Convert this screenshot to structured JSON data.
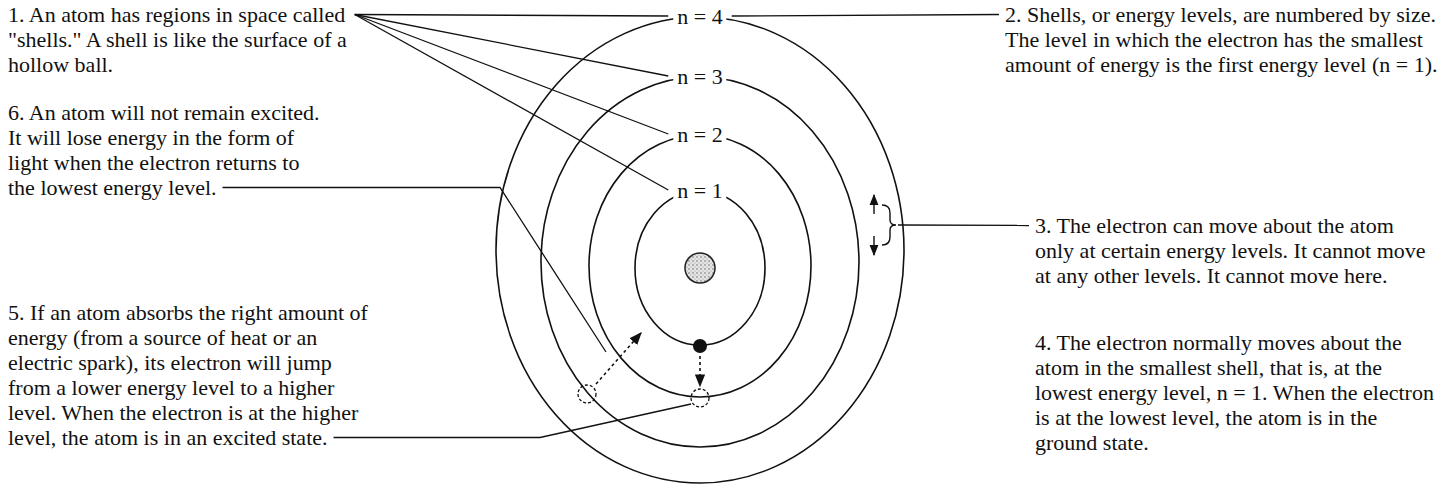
{
  "diagram": {
    "nodes": [
      {
        "text": [
          "n = 4"
        ]
      },
      {
        "text": [
          "n = 3"
        ],
        "in": 0
      },
      {
        "text": [
          "n = 2"
        ],
        "in": 1
      },
      {
        "text": [
          "n = 1"
        ],
        "in": 2
      }
    ],
    "labels": [
      "1. An atom has regions in space called \"shells.\" A shell is like the surface of a hollow ball.",
      "2. Shells, or energy levels, are numbered by size. The level in which the electron has the smallest amount of energy is the first energy level (n = 1).",
      "3. The electron can move about the atom only at certain energy levels. It cannot move at any other levels. It cannot move here.",
      "4. The electron normally moves about the atom in the smallest shell, that is, at the lowest energy level, n = 1. When the electron is at the lowest level, the atom is in the ground state.",
      "5. If an atom absorbs the right amount of energy (from a source of heat or an electric spark), its electron will jump from a lower energy level to a higher level. When the electron is at the higher level, the atom is in an excited state.",
      "6. An atom will not remain excited. It will lose energy in the form of light when the electron returns to the lowest energy level."
    ]
  }
}
